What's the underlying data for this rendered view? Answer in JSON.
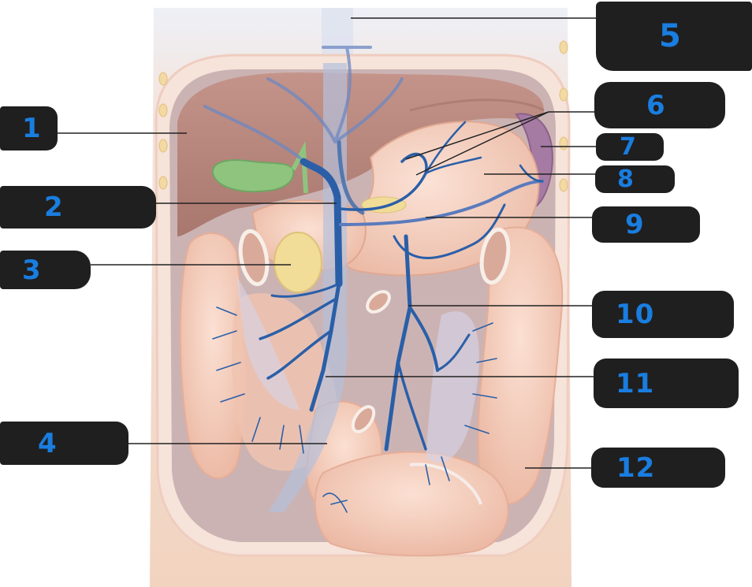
{
  "diagram": {
    "type": "anatomical-labeling",
    "subject": "Hepatic portal system — abdominal cavity anterior view",
    "labels": [
      {
        "id": "1",
        "text": "1",
        "side": "left"
      },
      {
        "id": "2",
        "text": "2",
        "side": "left"
      },
      {
        "id": "3",
        "text": "3",
        "side": "left"
      },
      {
        "id": "4",
        "text": "4",
        "side": "left"
      },
      {
        "id": "5",
        "text": "5",
        "side": "right"
      },
      {
        "id": "6",
        "text": "6",
        "side": "right"
      },
      {
        "id": "7",
        "text": "7",
        "side": "right"
      },
      {
        "id": "8",
        "text": "8",
        "side": "right"
      },
      {
        "id": "9",
        "text": "9",
        "side": "right"
      },
      {
        "id": "10",
        "text": "10",
        "side": "right"
      },
      {
        "id": "11",
        "text": "11",
        "side": "right"
      },
      {
        "id": "12",
        "text": "12",
        "side": "right"
      }
    ],
    "colors": {
      "label_box": "#1f1f1f",
      "label_text": "#1a7de0",
      "leader_line": "#222222",
      "vein": "#2a5fa8",
      "liver": "#b27e73",
      "intestine": "#f2c2ad",
      "gallbladder": "#8fc47f",
      "pancreas": "#f1dc98",
      "spleen": "#9b6e9a",
      "body_wall": "#f5dfd6"
    }
  }
}
